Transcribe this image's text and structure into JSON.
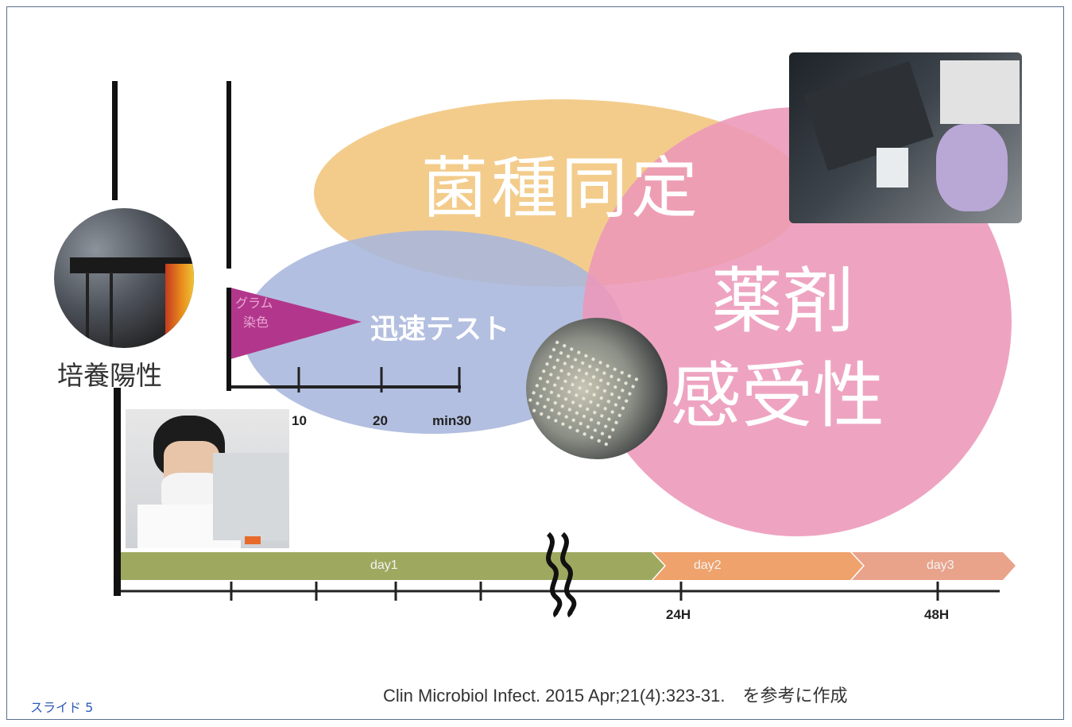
{
  "diagram": {
    "labels": {
      "culture_positive": "培養陽性",
      "identification": "菌種同定",
      "susceptibility_line1": "薬剤",
      "susceptibility_line2": "感受性",
      "rapid_test": "迅速テスト",
      "gram_line1": "グラム",
      "gram_line2": "染色"
    },
    "minute_scale": {
      "ticks": [
        "10",
        "20",
        "min30"
      ]
    },
    "timeline": {
      "days": [
        "day1",
        "day2",
        "day3"
      ],
      "hour_labels": [
        "24H",
        "48H"
      ]
    },
    "citation": "Clin Microbiol Infect. 2015 Apr;21(4):323-31.　を参考に作成"
  },
  "slide_label": "スライド 5",
  "colors": {
    "ellipse_identification": "#f2c680",
    "ellipse_rapid": "#a8b6dc",
    "circle_susceptibility": "#ec97b8",
    "triangle_gram": "#b2378c",
    "day1": "#9ea95f",
    "day2": "#efa26b",
    "day3": "#e9a38b",
    "slide_label": "#2e5cb8"
  },
  "icons": [
    "blood-culture-bottle-photo",
    "microscope-technician-photo",
    "identification-instrument-photo",
    "susceptibility-panel-photo",
    "time-break-icon"
  ]
}
